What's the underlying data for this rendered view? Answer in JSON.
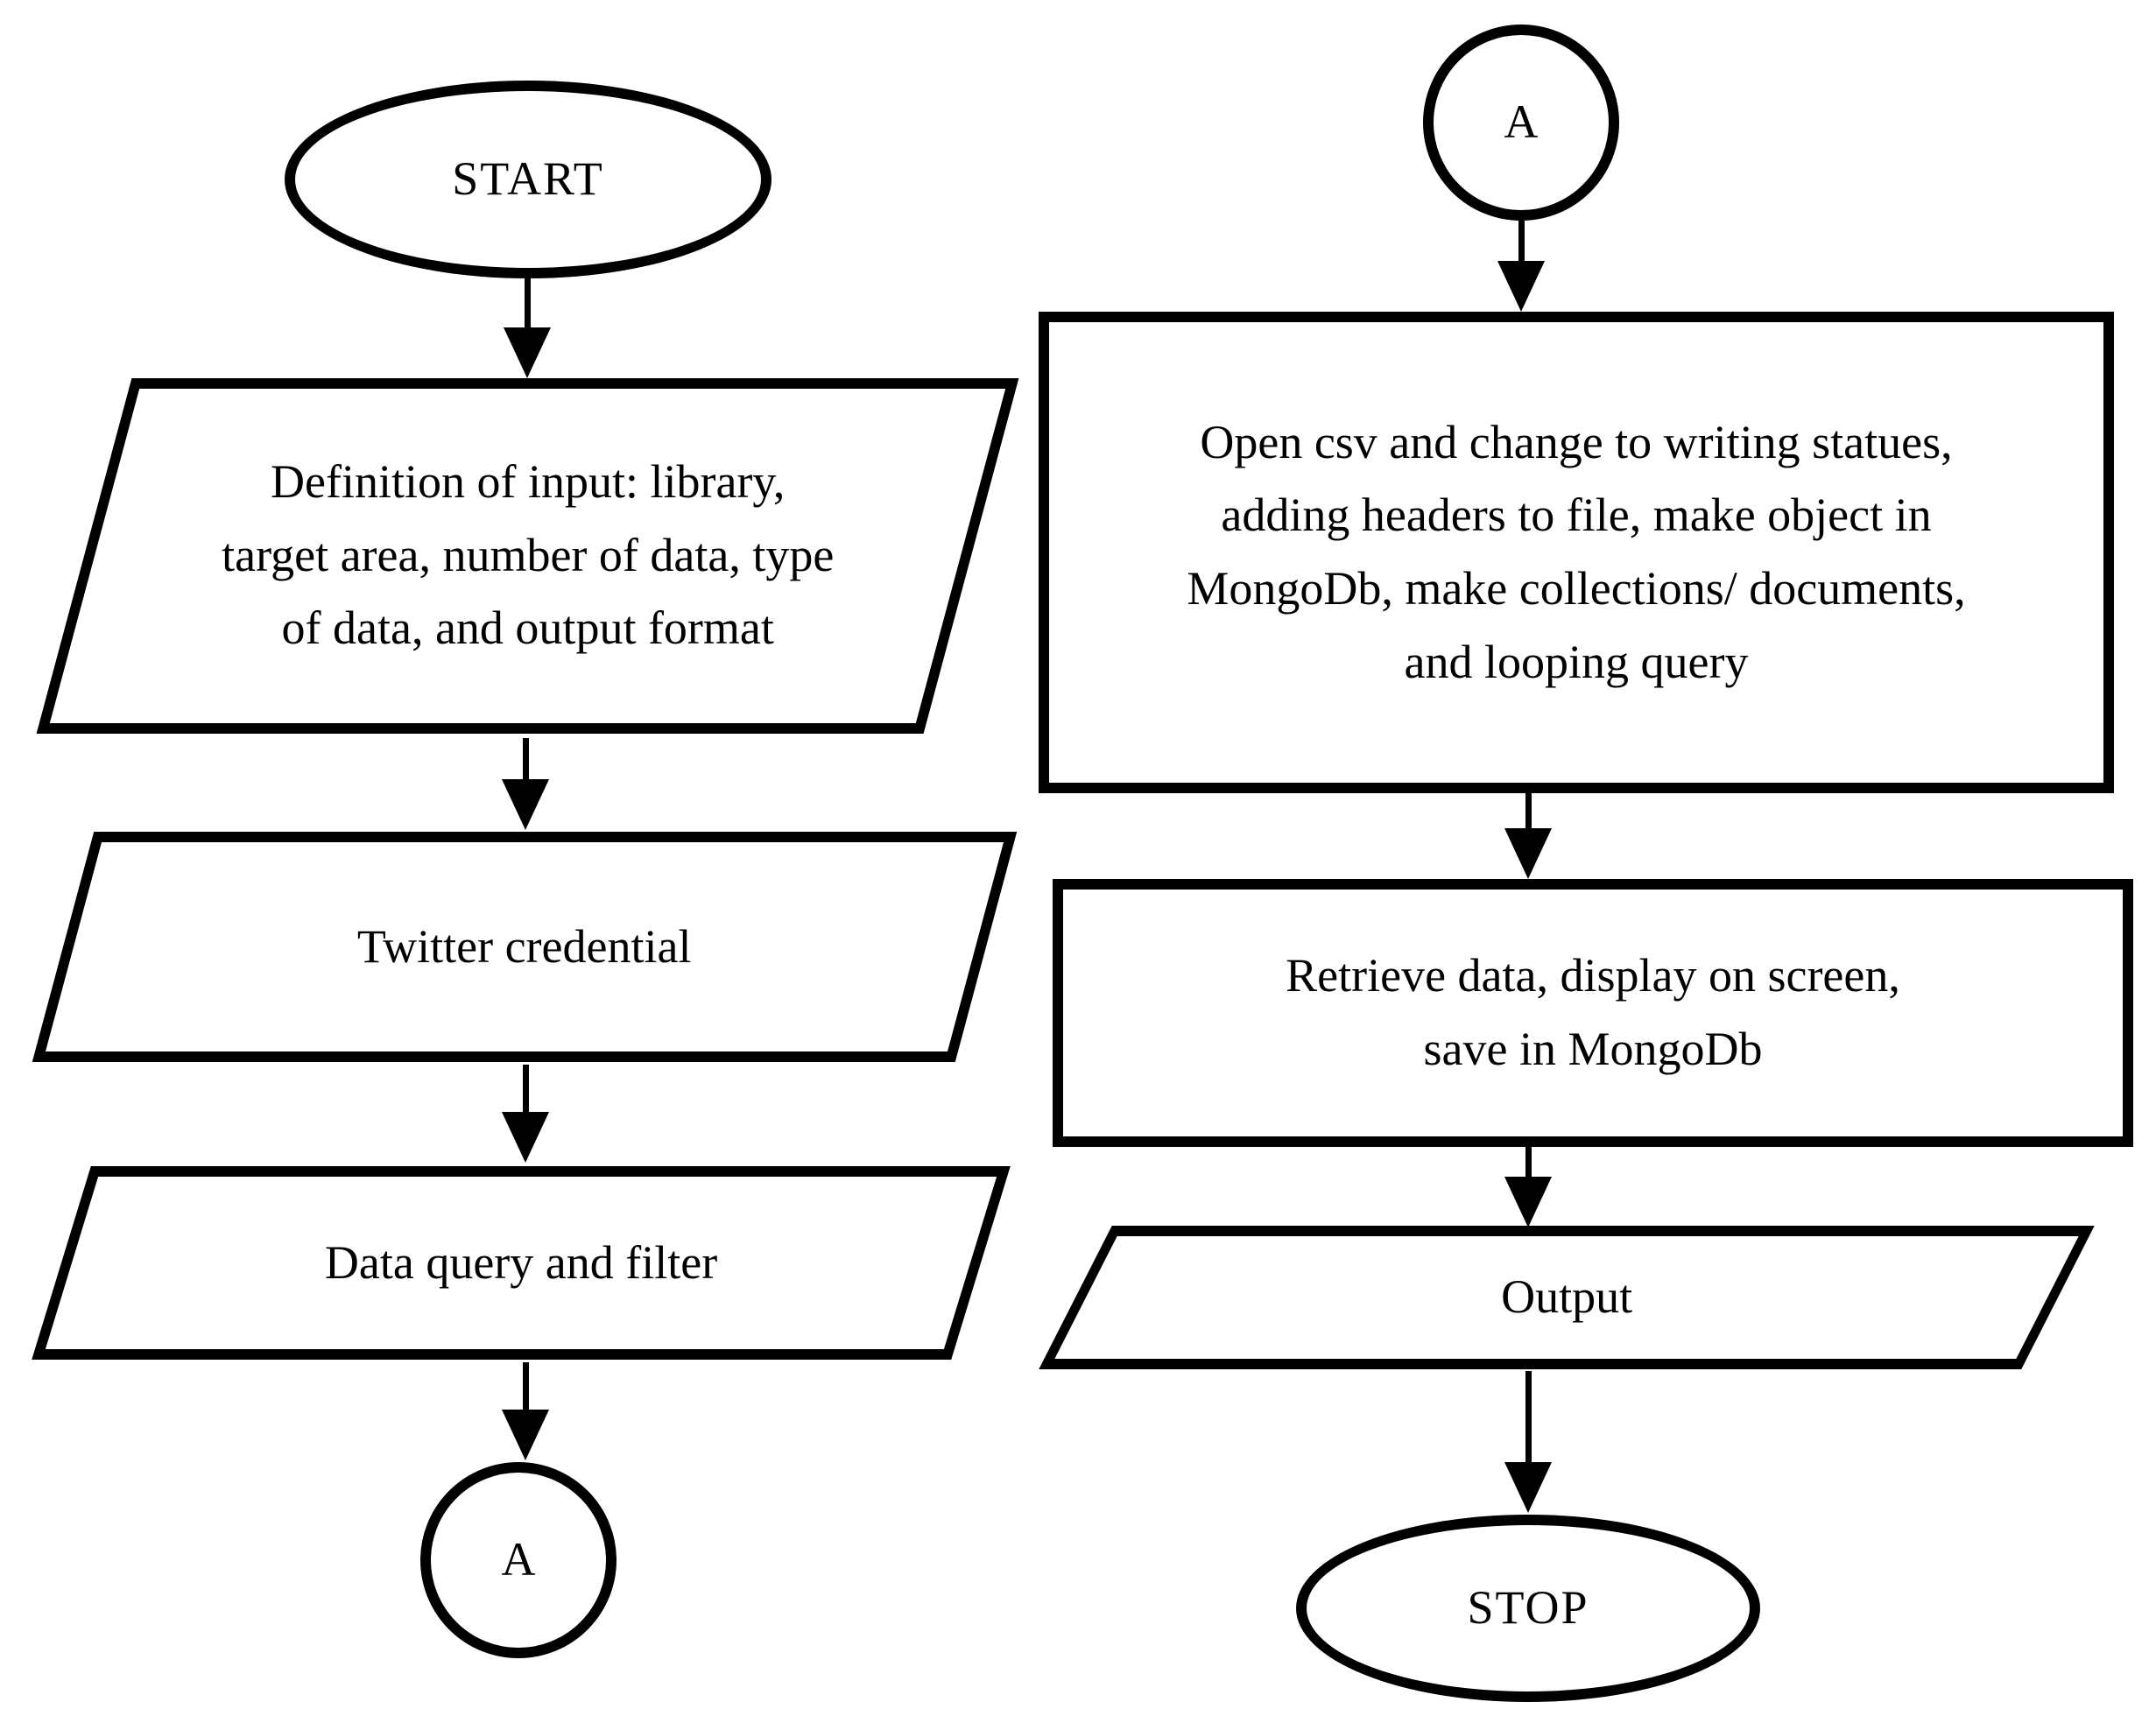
{
  "colors": {
    "line": "#000000",
    "background": "#ffffff",
    "text": "#000000"
  },
  "nodes": {
    "start": {
      "shape": "terminator",
      "label": "START"
    },
    "define_input": {
      "shape": "parallelogram",
      "label": "Definition of input: library,\ntarget area, number of data, type\nof data, and output format"
    },
    "twitter_credential": {
      "shape": "parallelogram",
      "label": "Twitter credential"
    },
    "data_query_filter": {
      "shape": "parallelogram",
      "label": "Data query and filter"
    },
    "connector_a_left": {
      "shape": "circle",
      "label": "A"
    },
    "connector_a_right": {
      "shape": "circle",
      "label": "A"
    },
    "open_csv": {
      "shape": "process",
      "label": "Open csv and change to writing statues,\nadding headers to file, make object in\nMongoDb, make collections/ documents,\nand looping query"
    },
    "retrieve_data": {
      "shape": "process",
      "label": "Retrieve data, display on screen,\nsave in MongoDb"
    },
    "output": {
      "shape": "parallelogram",
      "label": "Output"
    },
    "stop": {
      "shape": "terminator",
      "label": "STOP"
    }
  },
  "edges": [
    {
      "from": "start",
      "to": "define_input"
    },
    {
      "from": "define_input",
      "to": "twitter_credential"
    },
    {
      "from": "twitter_credential",
      "to": "data_query_filter"
    },
    {
      "from": "data_query_filter",
      "to": "connector_a_left"
    },
    {
      "from": "connector_a_right",
      "to": "open_csv"
    },
    {
      "from": "open_csv",
      "to": "retrieve_data"
    },
    {
      "from": "retrieve_data",
      "to": "output"
    },
    {
      "from": "output",
      "to": "stop"
    }
  ]
}
